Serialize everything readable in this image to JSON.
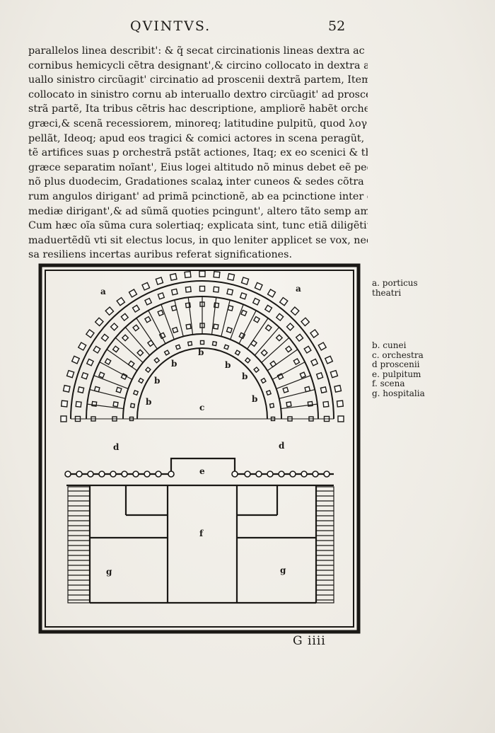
{
  "header": {
    "title": "QVINTVS.",
    "page_number": "52"
  },
  "body_lines": [
    "parallelos linea describit': & q̃ secat circinationis lineas dextra ac sinistra in",
    "cornibus hemicycli cẽtra designant',& circino collocato in dextra ab inter",
    "uallo sinistro circũagit' circinatio ad proscenii dextrã partem, Item centro",
    "collocato in sinistro cornu ab interuallo dextro circũagit' ad proscenii sini/",
    "strã partẽ, Ita tribus cẽtris hac descriptione, ampliorẽ habẽt orchestram",
    "græci,& scenã recessiorem, minoreq; latitudine pulpitũ, quod λογεῖον ap/",
    "pellãt, Ideoq; apud eos tragici & comici actores in scena peragũt, Reliq au",
    "tẽ artifices suas p orchestrã pstãt actiones, Itaq; ex eo scenici & thymelici",
    "græce separatim noĩant', Eius logei altitudo nõ minus debet eẽ pedũ decẽ,",
    "nõ plus duodecim, Gradationes scalaꝝ inter cuneos & sedes cõtra q̃drato/",
    "rum angulos dirigant' ad primã pcinctionẽ, ab ea pcinctione inter eas iterũ",
    "mediæ dirigant',& ad sũmã quoties pcingunt', altero tãto semp amplificat',",
    "Cum hæc oĩa sũma cura solertiaq; explicata sint, tunc etiã diligẽtius ẽ ani/",
    "maduertẽdũ vti sit electus locus, in quo leniter applicet se vox, neq; repul",
    "sa resiliens incertas auribus referat significationes."
  ],
  "plan_labels": {
    "a": "a",
    "b": "b",
    "c": "c",
    "d": "d",
    "e": "e",
    "f": "f",
    "g": "g"
  },
  "legend": {
    "group_a": [
      "a. porticus",
      "theatri"
    ],
    "group_b": [
      "b. cunei",
      "c. orchestra",
      "d proscenii",
      "e. pulpitum",
      "f. scena",
      "g. hospitalia"
    ]
  },
  "signature": "G iiii"
}
